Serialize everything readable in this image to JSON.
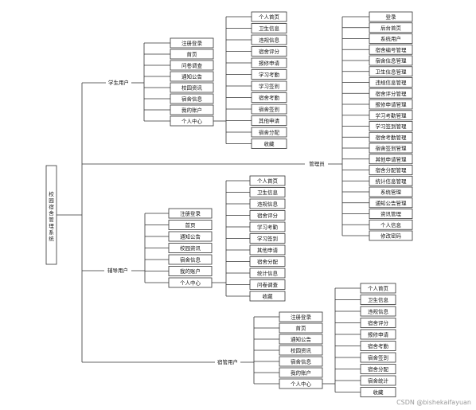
{
  "root": {
    "lines": [
      "校",
      "园",
      "宿",
      "舍",
      "管",
      "理",
      "系",
      "统"
    ]
  },
  "student": {
    "label": "学生用户",
    "children": [
      "注册登录",
      "首页",
      "问卷调查",
      "通知公告",
      "校园资讯",
      "宿舍信息",
      "我的账户",
      "个人中心"
    ],
    "personal": [
      "个人首页",
      "卫生信息",
      "违规信息",
      "宿舍评分",
      "报修申请",
      "学习考勤",
      "学习签到",
      "宿舍考勤",
      "宿舍签到",
      "其他申请",
      "宿舍分配",
      "收藏"
    ]
  },
  "admin": {
    "label": "管理员",
    "children": [
      "登录",
      "后台首页",
      "系统用户",
      "宿舍编号管理",
      "宿舍信息管理",
      "卫生信息管理",
      "违规信息管理",
      "宿舍评分管理",
      "报修申请管理",
      "学习考勤管理",
      "学习签到管理",
      "宿舍考勤管理",
      "宿舍签到管理",
      "其他申请管理",
      "宿舍分配管理",
      "统计信息管理",
      "系统管理",
      "通知公告管理",
      "资讯管理",
      "个人信息",
      "修改密码"
    ]
  },
  "counselor": {
    "label": "辅导用户",
    "children": [
      "注册登录",
      "首页",
      "通知公告",
      "校园资讯",
      "宿舍信息",
      "我的账户",
      "个人中心"
    ],
    "personal": [
      "个人首页",
      "卫生信息",
      "违规信息",
      "宿舍评分",
      "学习考勤",
      "学习签到",
      "其他申请",
      "宿舍分配",
      "统计信息",
      "问卷调查",
      "收藏"
    ]
  },
  "dorm": {
    "label": "宿管用户",
    "children": [
      "注册登录",
      "首页",
      "通知公告",
      "校园资讯",
      "宿舍信息",
      "我的账户",
      "个人中心"
    ],
    "personal": [
      "个人首页",
      "卫生信息",
      "违规信息",
      "宿舍评分",
      "报修申请",
      "宿舍考勤",
      "宿舍签到",
      "宿舍分配",
      "宿舍统计",
      "收藏"
    ]
  },
  "watermark": "CSDN @bishekaifayuan"
}
